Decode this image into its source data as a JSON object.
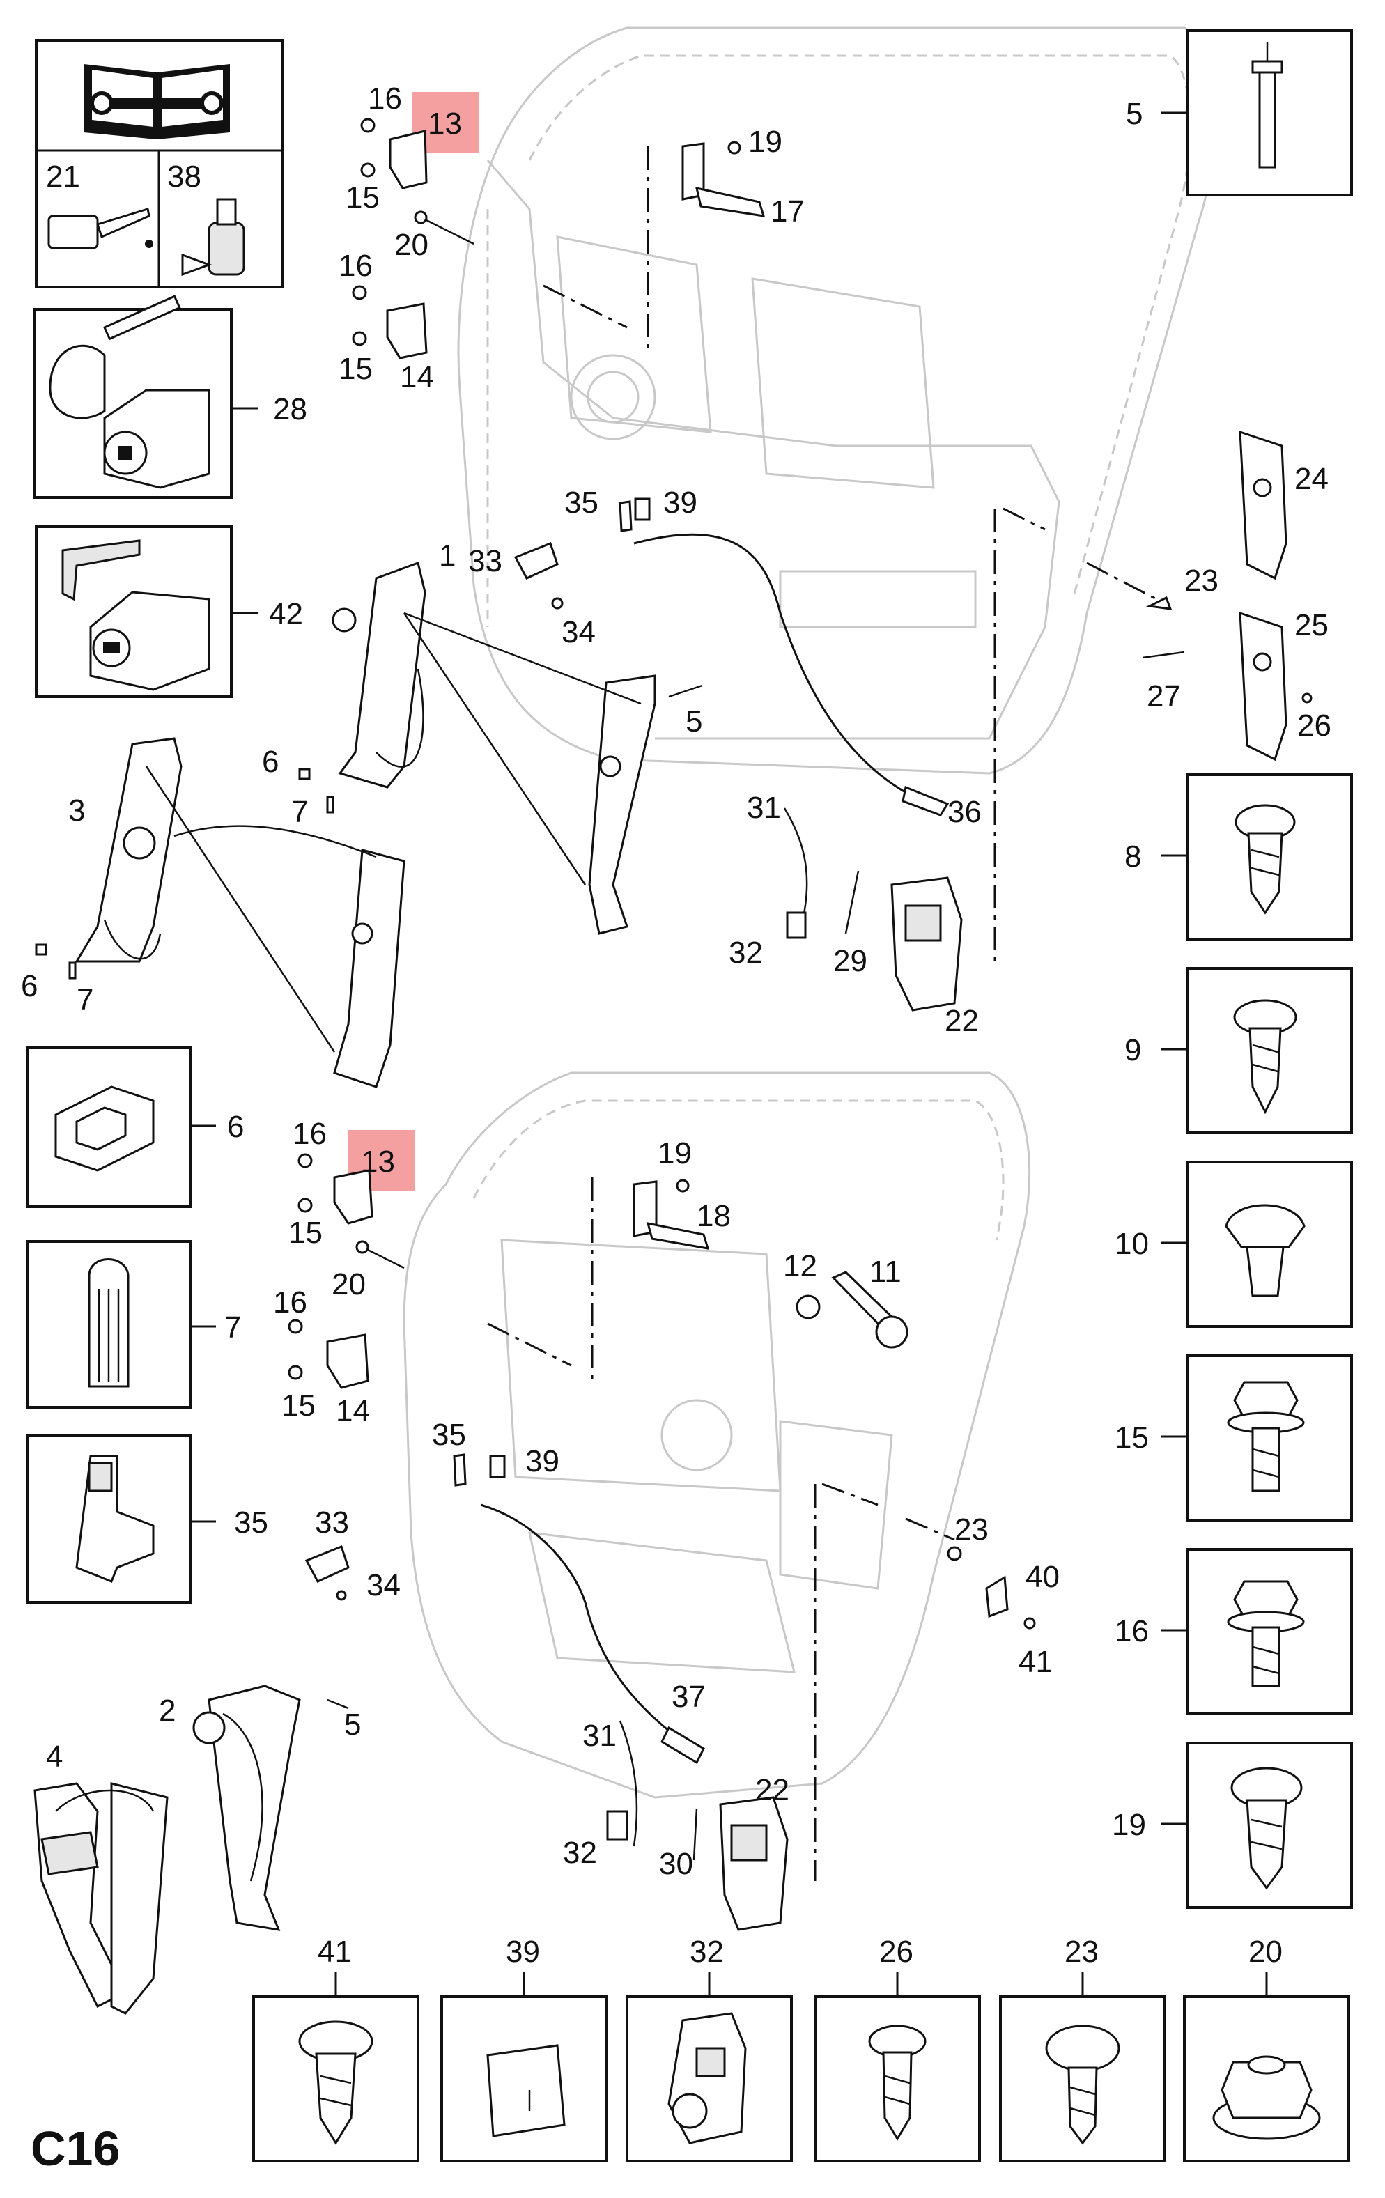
{
  "page_code": "C16",
  "legend_tools": {
    "items": [
      "21",
      "38"
    ]
  },
  "top_panels": [
    {
      "label": "28"
    },
    {
      "label": "42"
    }
  ],
  "left_panels": [
    {
      "label": "6"
    },
    {
      "label": "7"
    },
    {
      "label": "35"
    }
  ],
  "right_panels": [
    {
      "label": "5"
    },
    {
      "label": "8"
    },
    {
      "label": "9"
    },
    {
      "label": "10"
    },
    {
      "label": "15"
    },
    {
      "label": "16"
    },
    {
      "label": "19"
    }
  ],
  "bottom_panels": [
    {
      "label": "41"
    },
    {
      "label": "39"
    },
    {
      "label": "32"
    },
    {
      "label": "26"
    },
    {
      "label": "23"
    },
    {
      "label": "20"
    }
  ],
  "highlighted_parts": [
    "13",
    "13"
  ],
  "front_door_callouts": [
    "16",
    "15",
    "20",
    "16",
    "15",
    "14",
    "19",
    "17",
    "35",
    "39",
    "1",
    "33",
    "34",
    "24",
    "23",
    "25",
    "27",
    "26",
    "5",
    "6",
    "7",
    "3",
    "6",
    "7",
    "31",
    "36",
    "32",
    "29",
    "22"
  ],
  "rear_door_callouts": [
    "16",
    "15",
    "20",
    "16",
    "15",
    "14",
    "19",
    "18",
    "12",
    "11",
    "35",
    "39",
    "33",
    "34",
    "23",
    "40",
    "41",
    "37",
    "2",
    "5",
    "4",
    "31",
    "22",
    "32",
    "30"
  ],
  "colors": {
    "highlight": "#f5a0a0",
    "line": "#111111",
    "door_outline": "#c8c8c8"
  }
}
